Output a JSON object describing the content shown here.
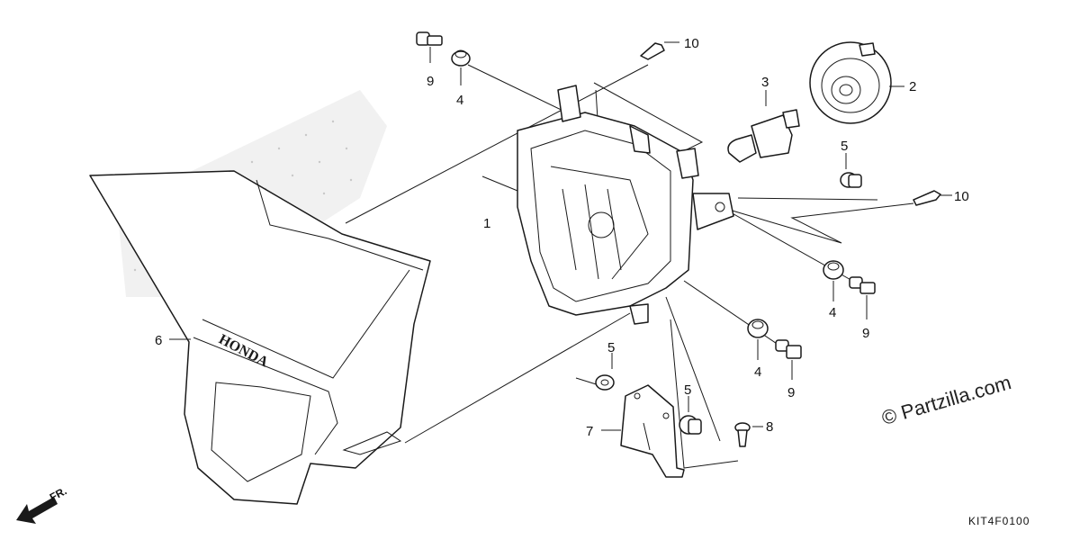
{
  "diagram": {
    "brand_mark": "HONDA",
    "watermark": "© Partzilla.com",
    "diagram_code": "KIT4F0100",
    "front_indicator": "FR.",
    "callouts": [
      {
        "id": "c1",
        "label": "1"
      },
      {
        "id": "c2",
        "label": "2"
      },
      {
        "id": "c3",
        "label": "3"
      },
      {
        "id": "c4a",
        "label": "4"
      },
      {
        "id": "c4b",
        "label": "4"
      },
      {
        "id": "c4c",
        "label": "4"
      },
      {
        "id": "c5a",
        "label": "5"
      },
      {
        "id": "c5b",
        "label": "5"
      },
      {
        "id": "c5c",
        "label": "5"
      },
      {
        "id": "c6",
        "label": "6"
      },
      {
        "id": "c7",
        "label": "7"
      },
      {
        "id": "c8",
        "label": "8"
      },
      {
        "id": "c9a",
        "label": "9"
      },
      {
        "id": "c9b",
        "label": "9"
      },
      {
        "id": "c9c",
        "label": "9"
      },
      {
        "id": "c10a",
        "label": "10"
      },
      {
        "id": "c10b",
        "label": "10"
      }
    ]
  }
}
